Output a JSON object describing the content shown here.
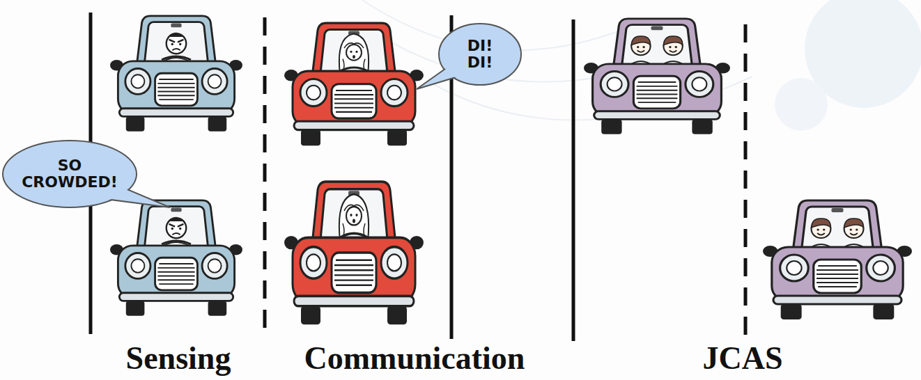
{
  "diagram": {
    "nodes": [
      {
        "text": [
          "DI! DI!"
        ]
      },
      {
        "text": [
          "SO CROWDED!"
        ]
      }
    ],
    "labels": [
      "Sensing",
      "Communication",
      "JCAS"
    ]
  }
}
